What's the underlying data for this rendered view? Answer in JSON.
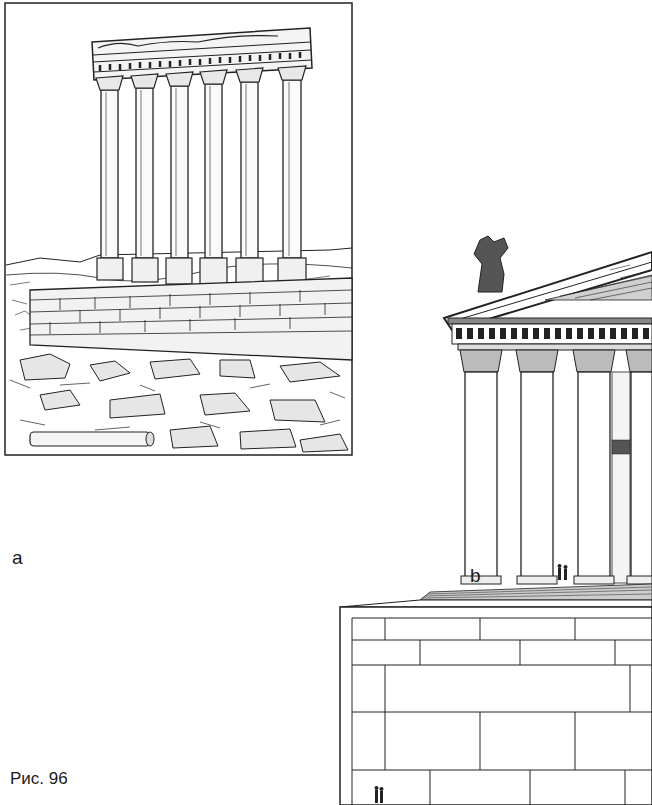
{
  "diagram": {
    "caption": "Рис. 96",
    "labels": [
      "a",
      "b"
    ]
  }
}
